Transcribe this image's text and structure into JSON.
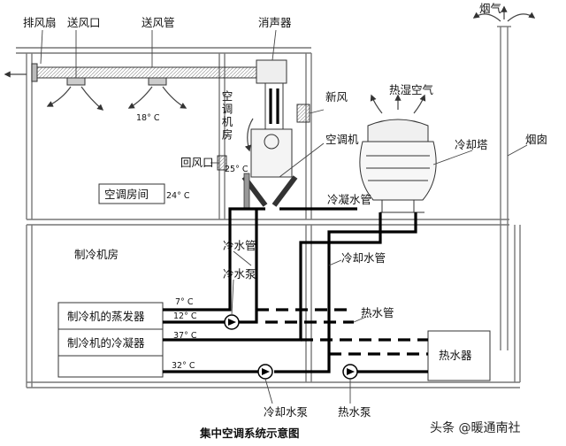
{
  "title": "集中空调系统示意图",
  "watermark": "头条 @暖通南社",
  "labels": {
    "exhaust_fan": "排风扇",
    "supply_outlet": "送风口",
    "supply_duct": "送风管",
    "muffler": "消声器",
    "fresh_air": "新风",
    "hot_humid_air": "热湿空气",
    "flue_gas": "烟气",
    "ac_room_vertical": "空调机房",
    "ac_unit": "空调机",
    "cooling_tower": "冷却塔",
    "chimney": "烟囱",
    "return_outlet": "回风口",
    "ac_room": "空调房间",
    "condensate_pipe": "冷凝水管",
    "chiller_room": "制冷机房",
    "chilled_pipe": "冷水管",
    "cooling_water_pipe": "冷却水管",
    "chilled_pump": "冷水泵",
    "evaporator": "制冷机的蒸发器",
    "condenser": "制冷机的冷凝器",
    "hot_water_pipe": "热水管",
    "water_heater": "热水器",
    "cooling_pump": "冷却水泵",
    "hot_pump": "热水泵"
  },
  "temperatures": {
    "room_supply": "18° C",
    "room_return": "25° C",
    "room": "24° C",
    "evap_out": "7° C",
    "evap_in": "12° C",
    "cond_out": "37° C",
    "cond_in": "32° C"
  },
  "colors": {
    "pipe": "#000000",
    "wall": "#777777",
    "fill_box": "#f4f4f4"
  }
}
